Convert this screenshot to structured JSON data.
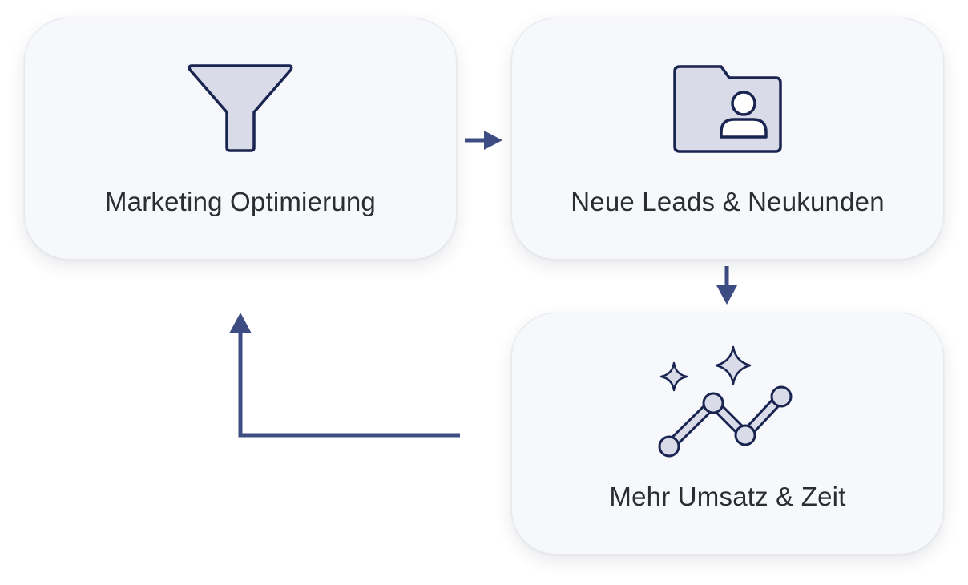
{
  "nodes": [
    {
      "id": "marketing",
      "label": "Marketing Optimierung",
      "icon": "funnel-icon"
    },
    {
      "id": "leads",
      "label": "Neue Leads & Neukunden",
      "icon": "folder-user-icon"
    },
    {
      "id": "umsatz",
      "label": "Mehr Umsatz & Zeit",
      "icon": "growth-chart-sparkle-icon"
    }
  ],
  "edges": [
    {
      "from": "marketing",
      "to": "leads"
    },
    {
      "from": "leads",
      "to": "umsatz"
    },
    {
      "from": "umsatz",
      "to": "marketing"
    }
  ],
  "colors": {
    "stroke": "#1a2450",
    "icon_fill": "#d9dce8",
    "arrow": "#3d4c82",
    "card_bg": "#f7f8fc",
    "text": "#2b2d33"
  }
}
